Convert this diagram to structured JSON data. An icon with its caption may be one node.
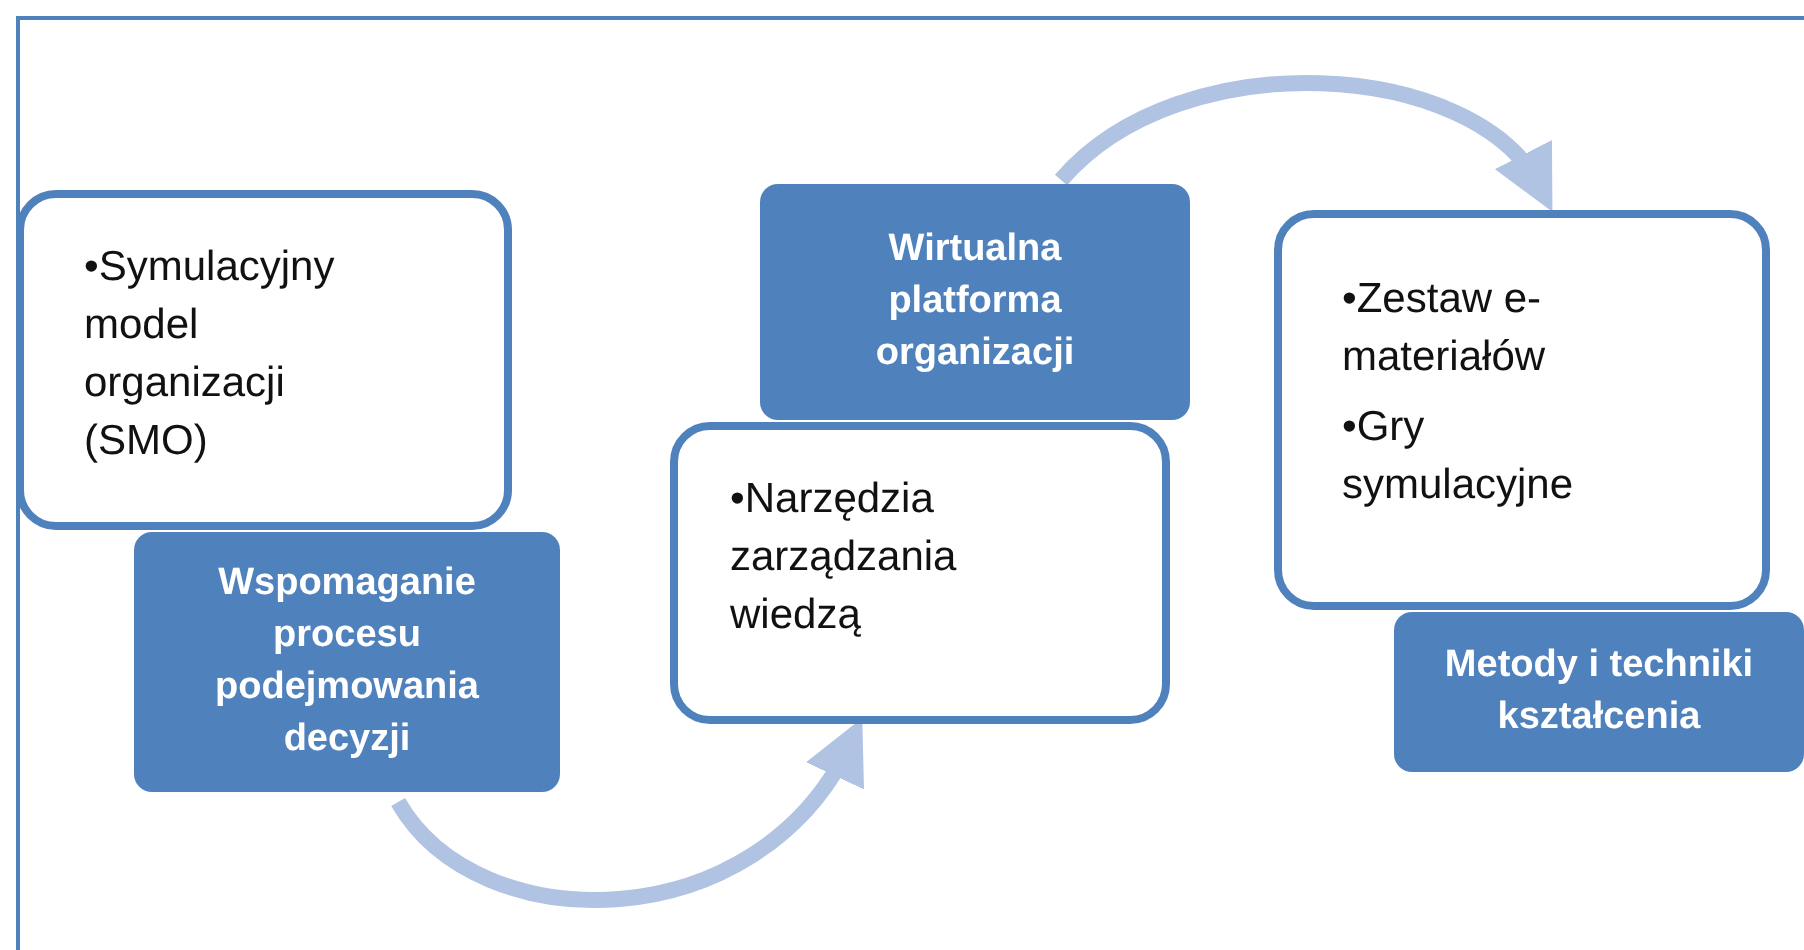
{
  "diagram": {
    "nodes": [
      {
        "text": [
          "•Symulacyjny model organizacji (SMO)"
        ]
      },
      {
        "text": [
          "Wspomaganie procesu podejmowania decyzji"
        ]
      },
      {
        "text": [
          "Wirtualna platforma organizacji"
        ]
      },
      {
        "text": [
          "•Narzędzia zarządzania wiedzą"
        ]
      },
      {
        "text": [
          "•Zestaw e-materiałów",
          "•Gry symulacyjne"
        ]
      },
      {
        "text": [
          "Metody i techniki kształcenia"
        ]
      }
    ],
    "edges": [
      {
        "from": 1,
        "to": 3,
        "arrow": "to"
      },
      {
        "from": 2,
        "to": 4,
        "arrow": "to"
      }
    ]
  }
}
